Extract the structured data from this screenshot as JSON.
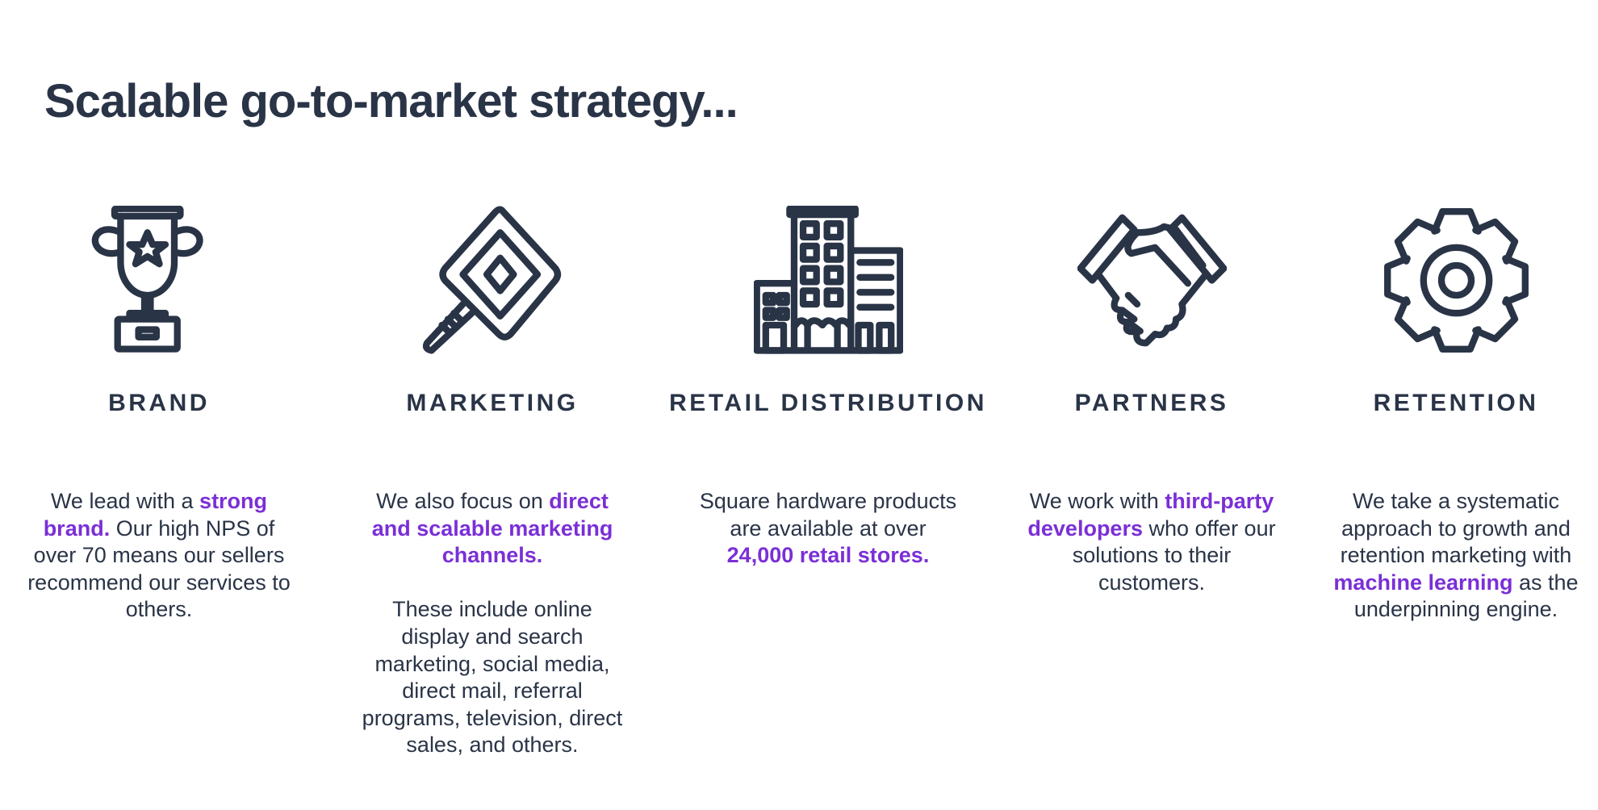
{
  "title": "Scalable go-to-market strategy...",
  "colors": {
    "text": "#2a3447",
    "accent": "#7b2fd6"
  },
  "columns": [
    {
      "icon": "trophy-icon",
      "heading": "BRAND",
      "t1": "We lead with a ",
      "h1": "strong brand.",
      "t2": " Our high NPS of over 70 means our sellers recommend our services to others."
    },
    {
      "icon": "square-reader-icon",
      "heading": "MARKETING",
      "t1": "We also focus on ",
      "h1": "direct and scalable marketing channels.",
      "p2": "These include online display and search marketing, social media, direct mail, referral programs, television, direct sales, and others."
    },
    {
      "icon": "buildings-icon",
      "heading": "RETAIL DISTRIBUTION",
      "t1": "Square hardware products are available at over ",
      "h1": "24,000 retail stores."
    },
    {
      "icon": "handshake-icon",
      "heading": "PARTNERS",
      "t1": "We work with ",
      "h1": "third-party developers",
      "t2": " who offer our solutions to their customers."
    },
    {
      "icon": "gear-icon",
      "heading": "RETENTION",
      "t1": "We take a systematic approach to growth and retention marketing with ",
      "h1": "machine learning",
      "t2": " as the underpinning engine."
    }
  ]
}
